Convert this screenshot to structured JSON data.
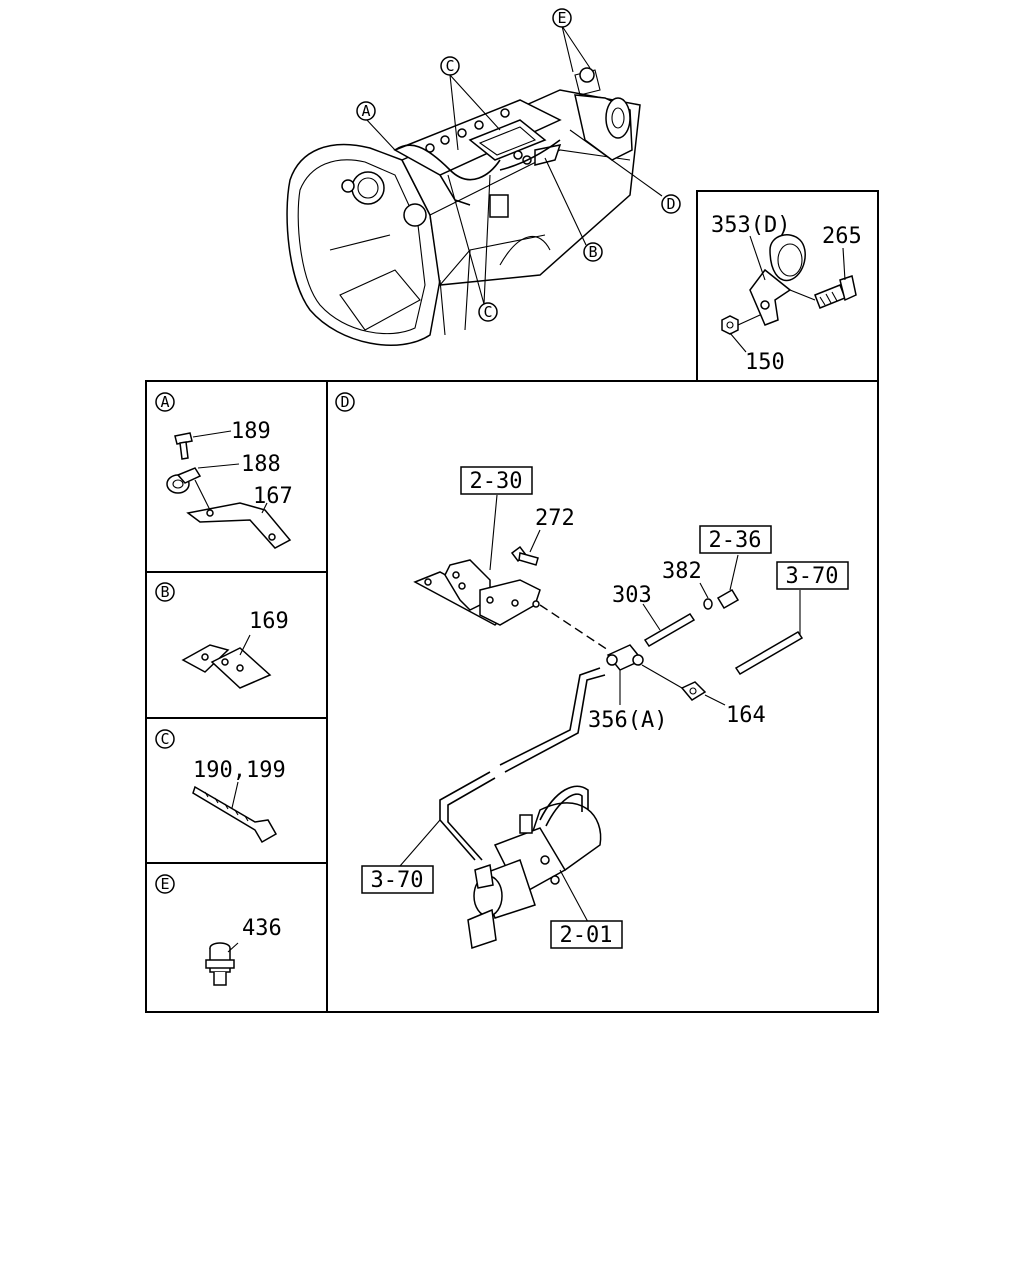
{
  "callouts": {
    "A": "A",
    "B": "B",
    "C": "C",
    "D": "D",
    "E": "E"
  },
  "parts": {
    "p353d": "353(D)",
    "p265": "265",
    "p150": "150",
    "p189": "189",
    "p188": "188",
    "p167": "167",
    "p169": "169",
    "p190_199": "190,199",
    "p436": "436",
    "p272": "272",
    "p382": "382",
    "p303": "303",
    "p164": "164",
    "p356a": "356(A)"
  },
  "refs": {
    "r2_30": "2-30",
    "r2_36": "2-36",
    "r3_70_right": "3-70",
    "r3_70_left": "3-70",
    "r2_01": "2-01"
  }
}
